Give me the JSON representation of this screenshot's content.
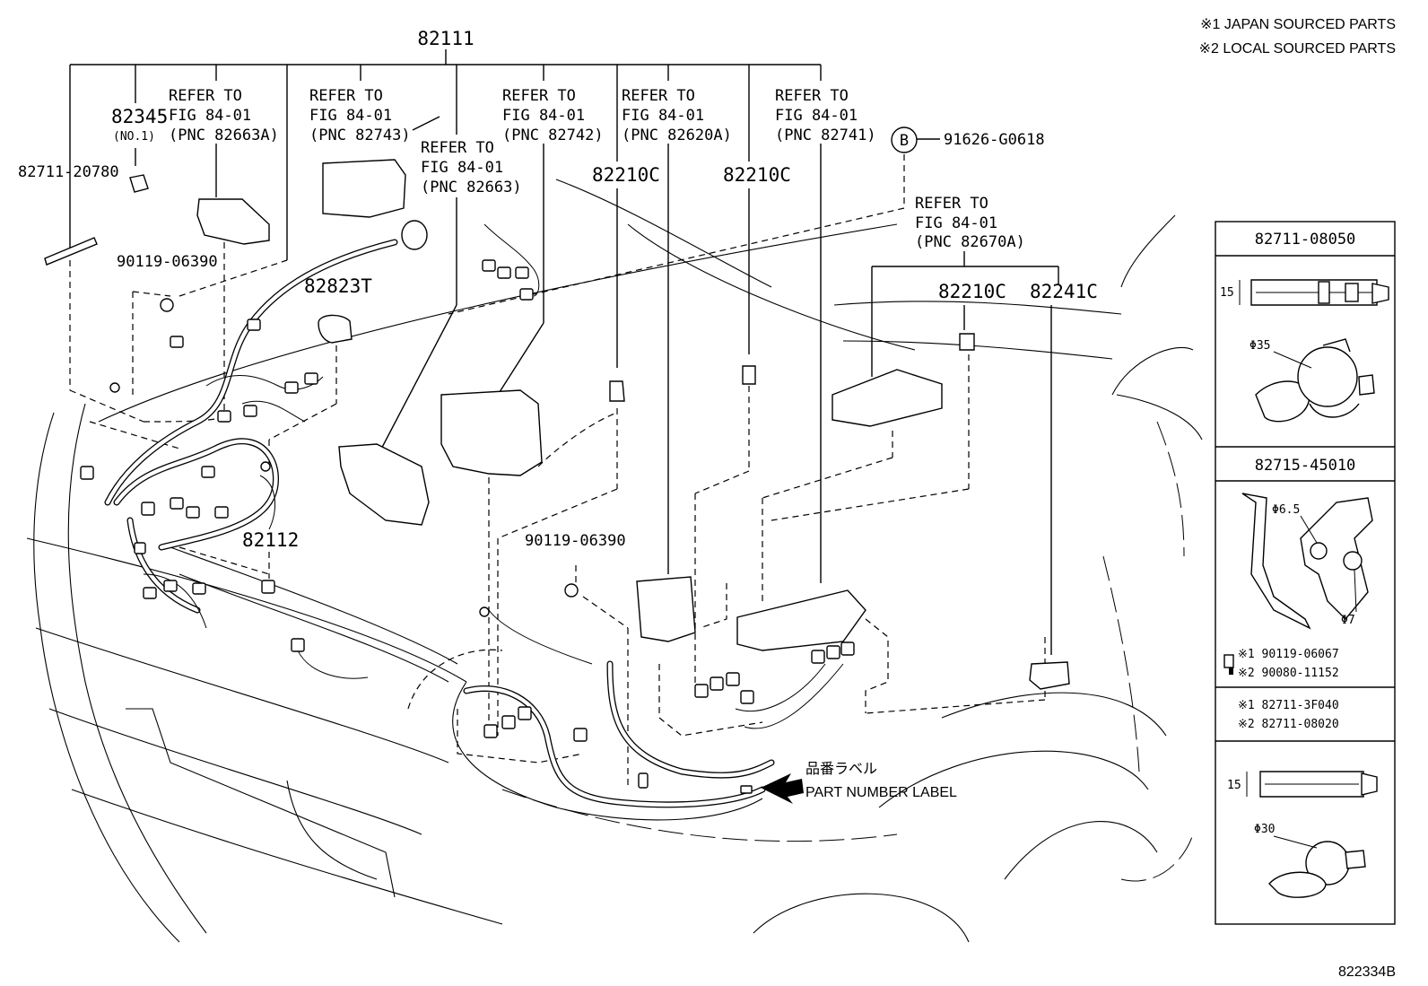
{
  "notes": {
    "note1": "※1 JAPAN SOURCED PARTS",
    "note2": "※2 LOCAL SOURCED PARTS"
  },
  "main_assembly": "82111",
  "refs": {
    "ref_82663a": [
      "REFER TO",
      "FIG 84-01",
      "(PNC 82663A)"
    ],
    "ref_82743": [
      "REFER TO",
      "FIG 84-01",
      "(PNC 82743)"
    ],
    "ref_82663": [
      "REFER TO",
      "FIG 84-01",
      "(PNC 82663)"
    ],
    "ref_82742": [
      "REFER TO",
      "FIG 84-01",
      "(PNC 82742)"
    ],
    "ref_82620a": [
      "REFER TO",
      "FIG 84-01",
      "(PNC 82620A)"
    ],
    "ref_82741": [
      "REFER TO",
      "FIG 84-01",
      "(PNC 82741)"
    ],
    "ref_82670a": [
      "REFER TO",
      "FIG 84-01",
      "(PNC 82670A)"
    ]
  },
  "parts": {
    "p82345": "82345",
    "p82345_sub": "(NO.1)",
    "p82711_20780": "82711-20780",
    "p90119_a": "90119-06390",
    "p82823t": "82823T",
    "p82210c_a": "82210C",
    "p82210c_b": "82210C",
    "p82210c_c": "82210C",
    "p82241c": "82241C",
    "p82112": "82112",
    "p90119_b": "90119-06390",
    "marker_b": "B",
    "p91626": "91626-G0618"
  },
  "label_callout": {
    "jp": "品番ラベル",
    "en": "PART NUMBER LABEL"
  },
  "side_panels": {
    "clamp1": {
      "title": "82711-08050",
      "dim_h": "15",
      "dim_d": "Φ35"
    },
    "bracket": {
      "title": "82715-45010",
      "dim_a": "Φ6.5",
      "dim_b": "Φ7",
      "bolt1": "※1 90119-06067",
      "bolt2": "※2 90080-11152"
    },
    "clamp2": {
      "title1": "※1 82711-3F040",
      "title2": "※2 82711-08020",
      "dim_h": "15",
      "dim_d": "Φ30"
    }
  },
  "figure_id": "822334B"
}
